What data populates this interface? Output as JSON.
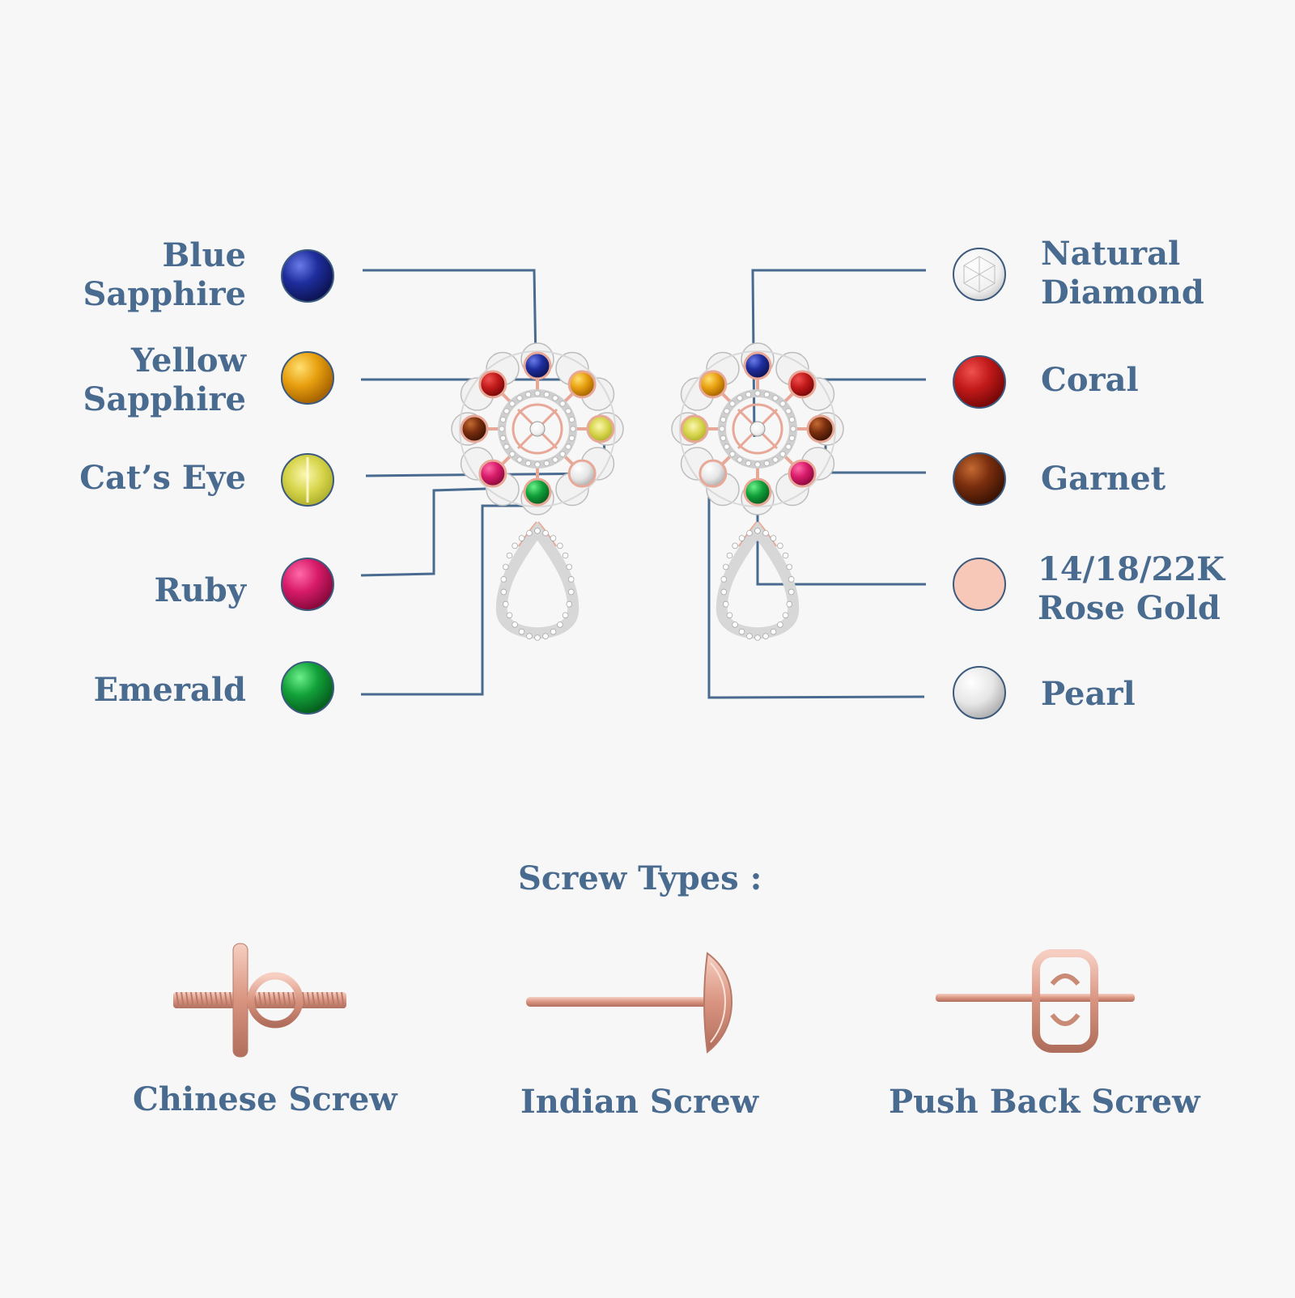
{
  "gem_labels": {
    "blue_sapphire": [
      "Blue",
      "Sapphire"
    ],
    "yellow_sapphire": [
      "Yellow",
      "Sapphire"
    ],
    "cats_eye": [
      "Cat’s Eye"
    ],
    "ruby": [
      "Ruby"
    ],
    "emerald": [
      "Emerald"
    ],
    "natural_diamond": [
      "Natural",
      "Diamond"
    ],
    "coral": [
      "Coral"
    ],
    "garnet": [
      "Garnet"
    ],
    "rose_gold": [
      "14/18/22K",
      "Rose Gold"
    ],
    "pearl": [
      "Pearl"
    ]
  },
  "colors": {
    "text": "#4a6b90",
    "line": "#4a6b90",
    "blue_sapphire": "#1e2d9c",
    "yellow_sapphire": "#e8a010",
    "cats_eye": "#d6d44a",
    "ruby": "#d81b6a",
    "emerald": "#12a13a",
    "natural_diamond": "#ffffff",
    "coral": "#c21a1a",
    "garnet": "#7a2e0e",
    "rose_gold": "#f7c8b8",
    "pearl": "#eeeeee",
    "metal": "#e8a898"
  },
  "screws": {
    "title": "Screw Types :",
    "chinese": "Chinese Screw",
    "indian": "Indian Screw",
    "push_back": "Push Back Screw"
  }
}
